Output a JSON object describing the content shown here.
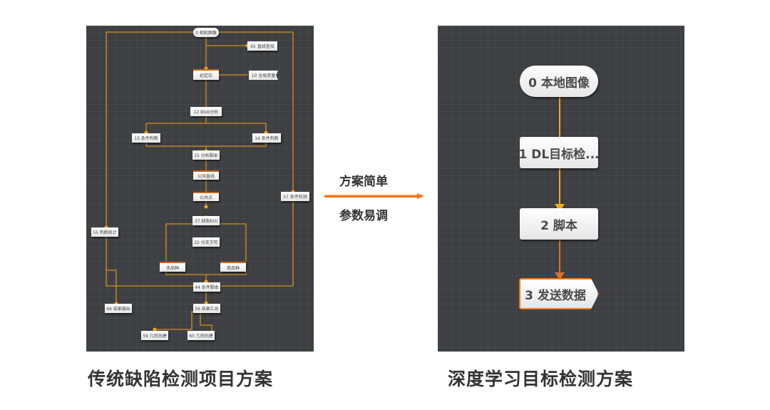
{
  "colors": {
    "wire": "#d28f1c",
    "accent_orange": "#f07417",
    "panel_bg": "#3e3f42"
  },
  "left_flow": {
    "nodes": [
      {
        "id": "n0",
        "label": "0 相机图像"
      },
      {
        "id": "n65",
        "label": "65 直线查找"
      },
      {
        "id": "n_pos",
        "label": "初定位"
      },
      {
        "id": "n10",
        "label": "10 全局变量"
      },
      {
        "id": "n12",
        "label": "12 Blob分析"
      },
      {
        "id": "n13",
        "label": "13 条件判断"
      },
      {
        "id": "n14",
        "label": "14 条件判断"
      },
      {
        "id": "n15",
        "label": "15 分析脚本"
      },
      {
        "id": "n_line",
        "label": "公共直线"
      },
      {
        "id": "n_point",
        "label": "公共点"
      },
      {
        "id": "n37",
        "label": "37 缺陷ROI"
      },
      {
        "id": "n22",
        "label": "22 分支字符"
      },
      {
        "id": "n_multi",
        "label": "多品种"
      },
      {
        "id": "n_single",
        "label": "单品种"
      },
      {
        "id": "n55",
        "label": "55 判断统计"
      },
      {
        "id": "n57",
        "label": "57 条件检测"
      },
      {
        "id": "n44",
        "label": "44 条件脚本"
      },
      {
        "id": "n64",
        "label": "64 结果输出"
      },
      {
        "id": "n56",
        "label": "56 结果汇总"
      },
      {
        "id": "n59",
        "label": "59 几何创建"
      },
      {
        "id": "n60",
        "label": "60 几何创建"
      }
    ]
  },
  "middle": {
    "line1": "方案简单",
    "line2": "参数易调",
    "arrow_icon": "arrow-right-icon"
  },
  "right_flow": {
    "nodes": [
      {
        "id": "r0",
        "label": "0 本地图像"
      },
      {
        "id": "r1",
        "label": "1 DL目标检..."
      },
      {
        "id": "r2",
        "label": "2 脚本"
      },
      {
        "id": "r3",
        "label": "3 发送数据"
      }
    ]
  },
  "captions": {
    "left": "传统缺陷检测项目方案",
    "right": "深度学习目标检测方案"
  }
}
